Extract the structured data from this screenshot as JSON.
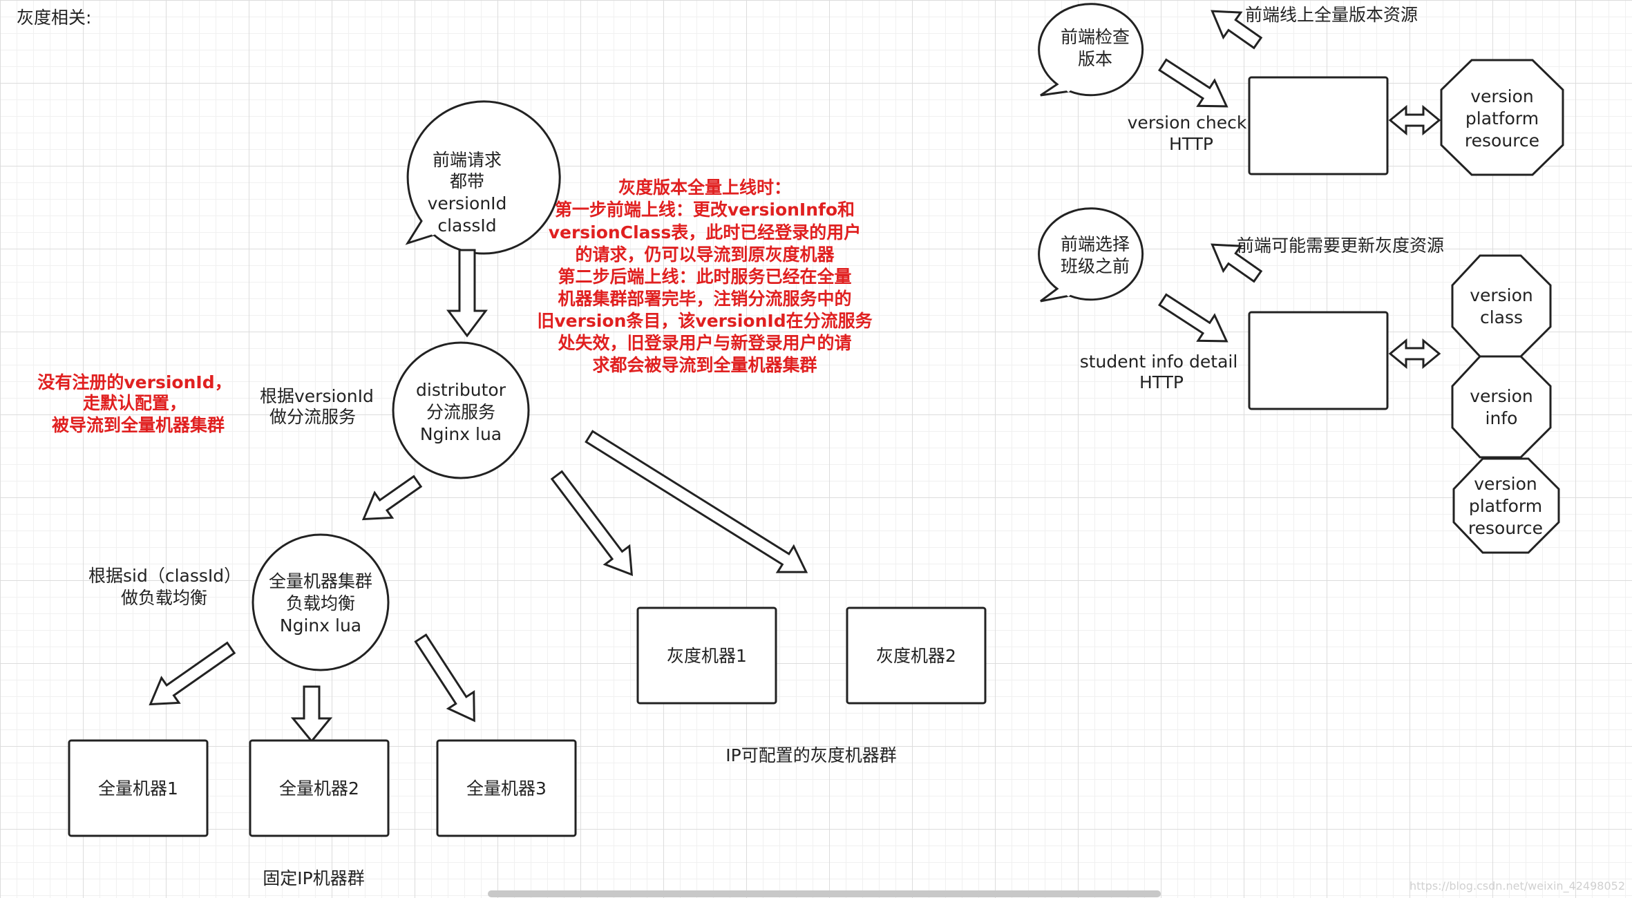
{
  "title": "灰度相关:",
  "bubbles": {
    "request": [
      "前端请求",
      "都带",
      "versionId",
      "classId"
    ],
    "check": [
      "前端检查",
      "版本"
    ],
    "select": [
      "前端选择",
      "班级之前"
    ]
  },
  "circles": {
    "distributor": [
      "distributor",
      "分流服务",
      "Nginx lua"
    ],
    "full_cluster": [
      "全量机器集群",
      "负载均衡",
      "Nginx lua"
    ]
  },
  "notes": {
    "route_by_version": [
      "根据versionId",
      "做分流服务"
    ],
    "balance_by_sid": [
      "根据sid（classId）",
      "做负载均衡"
    ],
    "unregistered": [
      "没有注册的versionId，",
      "走默认配置，",
      "被导流到全量机器集群"
    ],
    "release_steps": [
      "灰度版本全量上线时：",
      "第一步前端上线：更改versionInfo和",
      "versionClass表，此时已经登录的用户",
      "的请求，仍可以导流到原灰度机器",
      "第二步后端上线：此时服务已经在全量",
      "机器集群部署完毕，注销分流服务中的",
      "旧version条目，该versionId在分流服务",
      "处失效，旧登录用户与新登录用户的请",
      "求都会被导流到全量机器集群"
    ]
  },
  "boxes": {
    "full1": "全量机器1",
    "full2": "全量机器2",
    "full3": "全量机器3",
    "gray1": "灰度机器1",
    "gray2": "灰度机器2"
  },
  "group_labels": {
    "fixed_ip": "固定IP机器群",
    "gray_ip": "IP可配置的灰度机器群"
  },
  "right_top": {
    "release_note": "前端线上全量版本资源",
    "http_label": [
      "version check",
      "HTTP"
    ],
    "octagon": [
      "version",
      "platform",
      "resource"
    ]
  },
  "right_bottom": {
    "update_note": "前端可能需要更新灰度资源",
    "http_label": [
      "student info detail",
      "HTTP"
    ],
    "octagons": [
      [
        "version",
        "class"
      ],
      [
        "version",
        "info"
      ],
      [
        "version",
        "platform",
        "resource"
      ]
    ]
  },
  "watermark": "https://blog.csdn.net/weixin_42498052"
}
